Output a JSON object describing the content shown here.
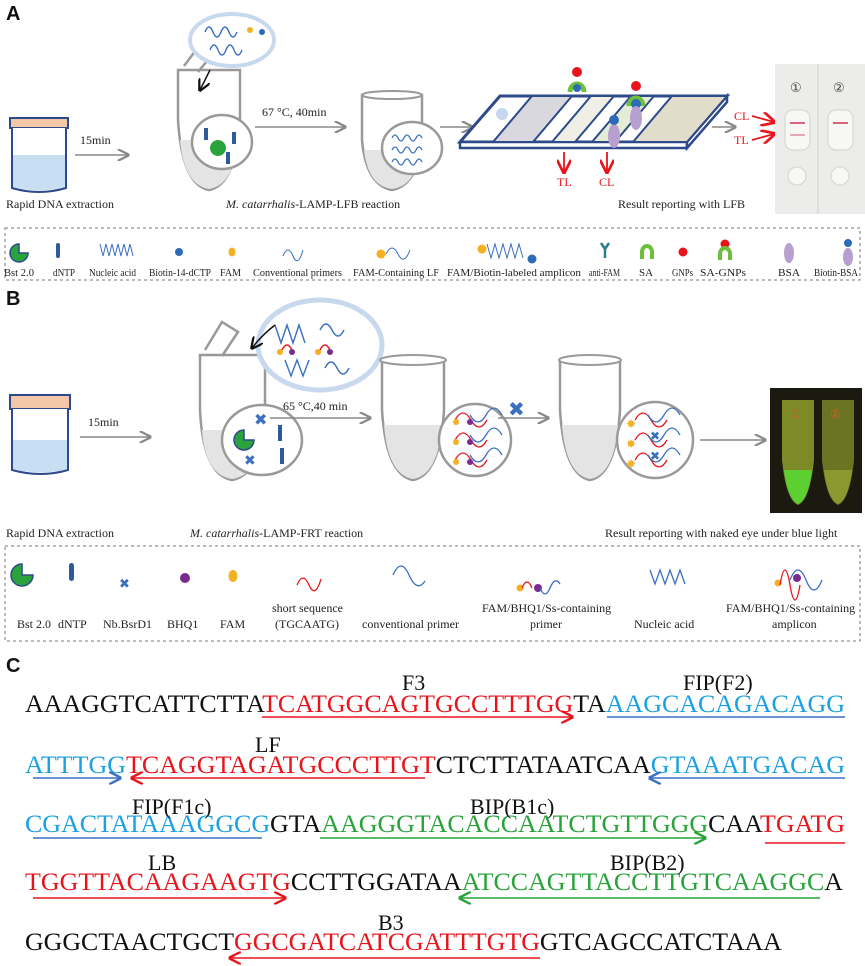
{
  "panel_a": {
    "label": "A",
    "step_arrow_1": "15min",
    "step_arrow_2": "67 °C, 40min",
    "step_labels": [
      "Rapid DNA extraction",
      "M. catarrhalis",
      "-LAMP-LFB reaction",
      "Result reporting with LFB"
    ],
    "strip_labels": {
      "tl": "TL",
      "cl": "CL"
    },
    "photo_labels": {
      "cl": "CL",
      "tl": "TL",
      "strip1": "①",
      "strip2": "②"
    },
    "legend": [
      "Bst 2.0",
      "dNTP",
      "Nucleic  acid",
      "Biotin-14-dCTP",
      "FAM",
      "Conventional primers",
      "FAM-Containing LF",
      "FAM/Biotin-labeled amplicon",
      "anti-FAM",
      "SA",
      "GNPs",
      "SA-GNPs",
      "BSA",
      "Biotin-BSA"
    ]
  },
  "panel_b": {
    "label": "B",
    "step_arrow_1": "15min",
    "step_arrow_2": "65 °C,40 min",
    "step_labels": [
      "Rapid  DNA extraction",
      "M. catarrhalis",
      "-LAMP-FRT reaction",
      "Result reporting with naked eye under blue light"
    ],
    "photo_labels": {
      "tube1": "①",
      "tube2": "②"
    },
    "legend": [
      [
        "Bst 2.0"
      ],
      [
        "dNTP"
      ],
      [
        "Nb.BsrD1"
      ],
      [
        "BHQ1"
      ],
      [
        "FAM"
      ],
      [
        "short sequence",
        "(TGCAATG)"
      ],
      [
        "conventional primer"
      ],
      [
        "FAM/BHQ1/Ss-containing",
        "primer"
      ],
      [
        "Nucleic acid"
      ],
      [
        "FAM/BHQ1/Ss-containing",
        "amplicon"
      ]
    ]
  },
  "panel_c": {
    "label": "C",
    "primer_labels": [
      "F3",
      "FIP(F2)",
      "LF",
      "FIP(F1c)",
      "BIP(B1c)",
      "LB",
      "BIP(B2)",
      "B3"
    ],
    "rows": [
      [
        {
          "t": "AAAGGTCATTCTTA",
          "c": "black"
        },
        {
          "t": "TCATGGCAGTGCCTTTGG",
          "c": "red"
        },
        {
          "t": "TA",
          "c": "black"
        },
        {
          "t": "AAGCACAGACAGG",
          "c": "blue"
        }
      ],
      [
        {
          "t": "ATTTGG",
          "c": "blue"
        },
        {
          "t": "TCAGGTAGATGCCCTTGT",
          "c": "red"
        },
        {
          "t": "CTCTTATAATCAA",
          "c": "black"
        },
        {
          "t": "GTAAATGACAG",
          "c": "blue"
        }
      ],
      [
        {
          "t": "CGACTATAAAGGCG",
          "c": "blue"
        },
        {
          "t": "GTA",
          "c": "black"
        },
        {
          "t": "AAGGGTACACCAATCTGTTGGG",
          "c": "green"
        },
        {
          "t": "CAA",
          "c": "black"
        },
        {
          "t": "TGATG",
          "c": "red"
        }
      ],
      [
        {
          "t": "TGGTTACAAGAAGTG",
          "c": "red"
        },
        {
          "t": "CCTTGGATAA",
          "c": "black"
        },
        {
          "t": "ATCCAGTTACCTTGTCAAGGC",
          "c": "green"
        },
        {
          "t": "A",
          "c": "black"
        }
      ],
      [
        {
          "t": "GGGCTAACTGCT",
          "c": "black"
        },
        {
          "t": "GGCGATCATCGATTTGTG",
          "c": "red"
        },
        {
          "t": "GTCAGCCATCTAAA",
          "c": "black"
        }
      ]
    ]
  },
  "colors": {
    "red": "#e8141c",
    "blue": "#1ba1e2",
    "green": "#27a33a",
    "black": "#111111",
    "tube": "#888888",
    "strip": "#2d4a8a"
  }
}
